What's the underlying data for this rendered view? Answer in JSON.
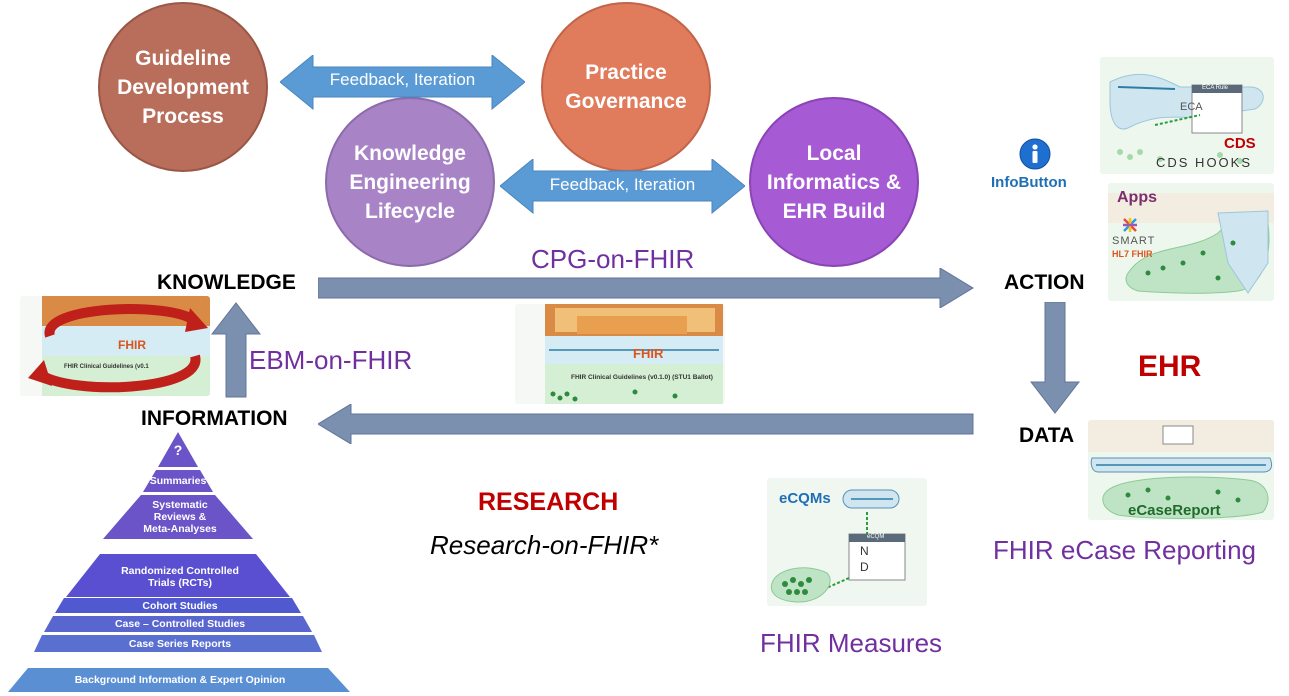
{
  "circles": {
    "guideline": "Guideline\nDevelopment\nProcess",
    "practice": "Practice\nGovernance",
    "knowledge_eng": "Knowledge\nEngineering\nLifecycle",
    "local": "Local\nInformatics  &\nEHR Build"
  },
  "arrows": {
    "feedback_top": "Feedback, Iteration",
    "feedback_mid": "Feedback, Iteration"
  },
  "labels": {
    "knowledge": "KNOWLEDGE",
    "action": "ACTION",
    "information": "INFORMATION",
    "data": "DATA",
    "cpg": "CPG-on-FHIR",
    "ebm": "EBM-on-FHIR",
    "ehr": "EHR",
    "research": "RESEARCH",
    "research_sub": "Research-on-FHIR*",
    "measures": "FHIR Measures",
    "ecase": "FHIR eCase Reporting",
    "infobutton": "InfoButton",
    "cds": "CDS",
    "cds_hooks": "CDS HOOKS",
    "eca": "ECA",
    "eca_rule": "ECA Rule",
    "apps": "Apps",
    "smart": "SMART",
    "hl7fhir": "HL7 FHIR",
    "ecqms": "eCQMs",
    "ecqm": "eCQM",
    "n": "N",
    "d": "D",
    "ecasereport": "eCaseReport",
    "fhir_logo": "FHIR",
    "cpg_caption": "FHIR Clinical Guidelines (v0.1.0) (STU1 Ballot)",
    "ebm_caption": "FHIR Clinical Guidelines (v0.1"
  },
  "pyramid": {
    "question": "?",
    "summaries": "Summaries",
    "systematic": "Systematic\nReviews &\nMeta-Analyses",
    "rct": "Randomized Controlled\nTrials (RCTs)",
    "cohort": "Cohort Studies",
    "case_control": "Case – Controlled Studies",
    "case_series": "Case Series Reports",
    "background": "Background Information & Expert Opinion"
  },
  "colors": {
    "guideline": "#b86b5a",
    "practice": "#e07a5a",
    "knowledge_eng": "#a680c8",
    "local": "#a35bd1",
    "arrow_blue": "#5b9bd5",
    "main_arrow": "#7c8fab",
    "pyramid": "#6a5acd",
    "research": "#c00000",
    "purple_text": "#7030a0"
  }
}
